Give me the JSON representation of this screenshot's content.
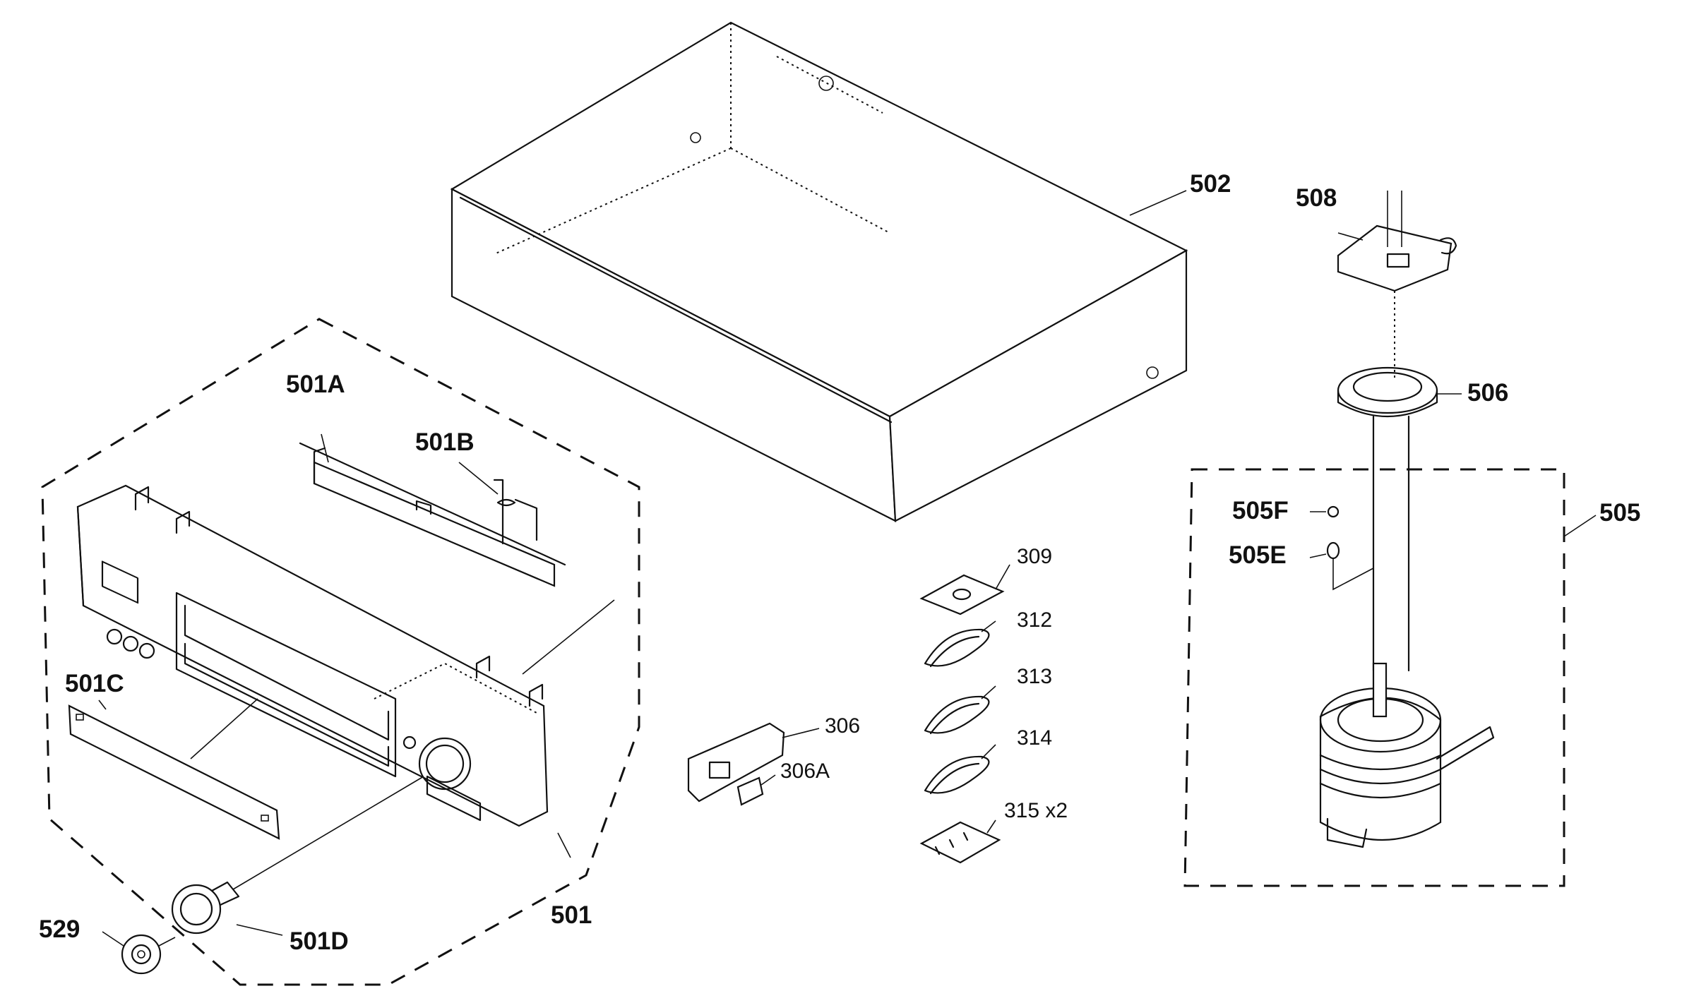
{
  "labels": {
    "l502": "502",
    "l508": "508",
    "l506": "506",
    "l505": "505",
    "l505F": "505F",
    "l505E": "505E",
    "l501A": "501A",
    "l501B": "501B",
    "l501C": "501C",
    "l501D": "501D",
    "l501": "501",
    "l529": "529",
    "l309": "309",
    "l312": "312",
    "l313": "313",
    "l314": "314",
    "l315": "315 x2",
    "l306": "306",
    "l306A": "306A"
  }
}
